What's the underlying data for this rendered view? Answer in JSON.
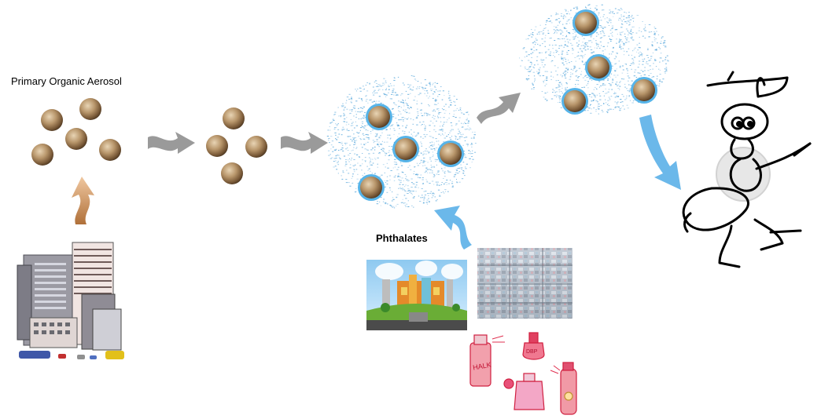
{
  "labels": {
    "primary_organic_aerosol": "Primary Organic Aerosol",
    "phthalates": "Phthalates"
  },
  "colors": {
    "particle": "#a98a63",
    "coating": "#56b4e9",
    "cloud": "#4aa0d8",
    "grey_arrow": "#9a9a9a",
    "emission_arrow": "#c8874a",
    "uptake_arrow": "#6bb8ea"
  },
  "stages": [
    {
      "name": "primary-particles",
      "particle_count": 5
    },
    {
      "name": "aged-particles",
      "particle_count": 4
    },
    {
      "name": "coated-particles-cloud",
      "particle_count": 4
    },
    {
      "name": "transported-particles-cloud",
      "particle_count": 4
    }
  ],
  "icons": {
    "city": "city-buildings-icon",
    "factory": "factory-icon",
    "plastic_waste": "plastic-waste-icon",
    "cosmetics": "cosmetic-bottles-icon",
    "receptor": "cartoon-creature-icon"
  }
}
